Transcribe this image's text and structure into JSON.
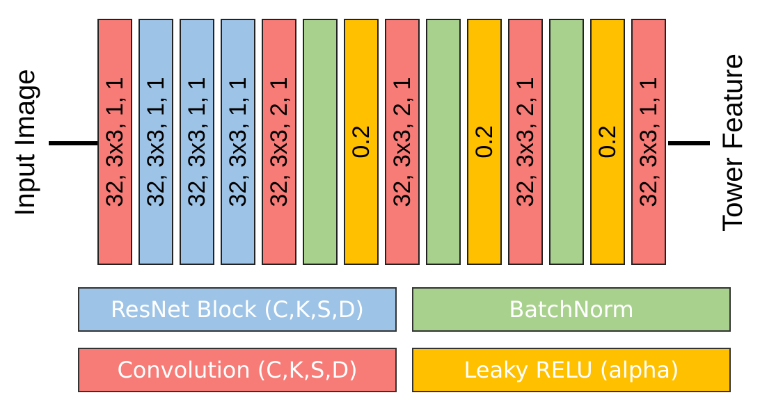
{
  "input_label": "Input Image",
  "output_label": "Tower Feature",
  "colors": {
    "convolution": "#f77b76",
    "resnet": "#9dc3e6",
    "batchnorm": "#a9d18e",
    "relu": "#ffc000"
  },
  "layers": [
    {
      "type": "convolution",
      "label": "32, 3x3, 1, 1"
    },
    {
      "type": "resnet",
      "label": "32, 3x3, 1, 1"
    },
    {
      "type": "resnet",
      "label": "32, 3x3, 1, 1"
    },
    {
      "type": "resnet",
      "label": "32, 3x3, 1, 1"
    },
    {
      "type": "convolution",
      "label": "32, 3x3, 2, 1"
    },
    {
      "type": "batchnorm",
      "label": ""
    },
    {
      "type": "relu",
      "label": "0.2"
    },
    {
      "type": "convolution",
      "label": "32, 3x3, 2, 1"
    },
    {
      "type": "batchnorm",
      "label": ""
    },
    {
      "type": "relu",
      "label": "0.2"
    },
    {
      "type": "convolution",
      "label": "32, 3x3, 2, 1"
    },
    {
      "type": "batchnorm",
      "label": ""
    },
    {
      "type": "relu",
      "label": "0.2"
    },
    {
      "type": "convolution",
      "label": "32, 3x3, 1, 1"
    }
  ],
  "legend": {
    "resnet": "ResNet Block (C,K,S,D)",
    "batchnorm": "BatchNorm",
    "convolution": "Convolution (C,K,S,D)",
    "relu": "Leaky RELU (alpha)"
  }
}
